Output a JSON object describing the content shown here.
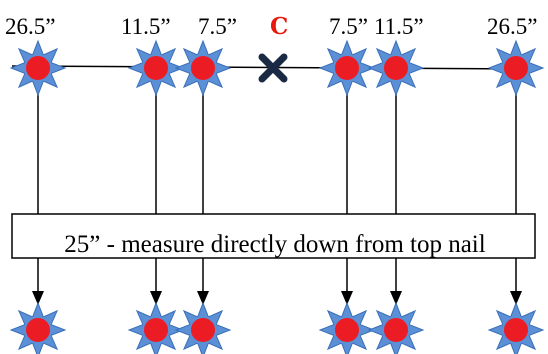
{
  "labels": {
    "left": [
      "26.5”",
      "11.5”",
      "7.5”"
    ],
    "center": "C",
    "right": [
      "7.5”",
      "11.5”",
      "26.5”"
    ]
  },
  "note": "25” - measure directly down from top nail",
  "colors": {
    "center_label": "#e8180c",
    "nail_fill": "#ec1c24",
    "nail_ray": "#5b8fd6",
    "center_mark": "#1a2a44"
  },
  "icons": {
    "nail": "nail-starburst-icon",
    "center": "center-x-icon",
    "arrow": "arrow-down-icon"
  }
}
